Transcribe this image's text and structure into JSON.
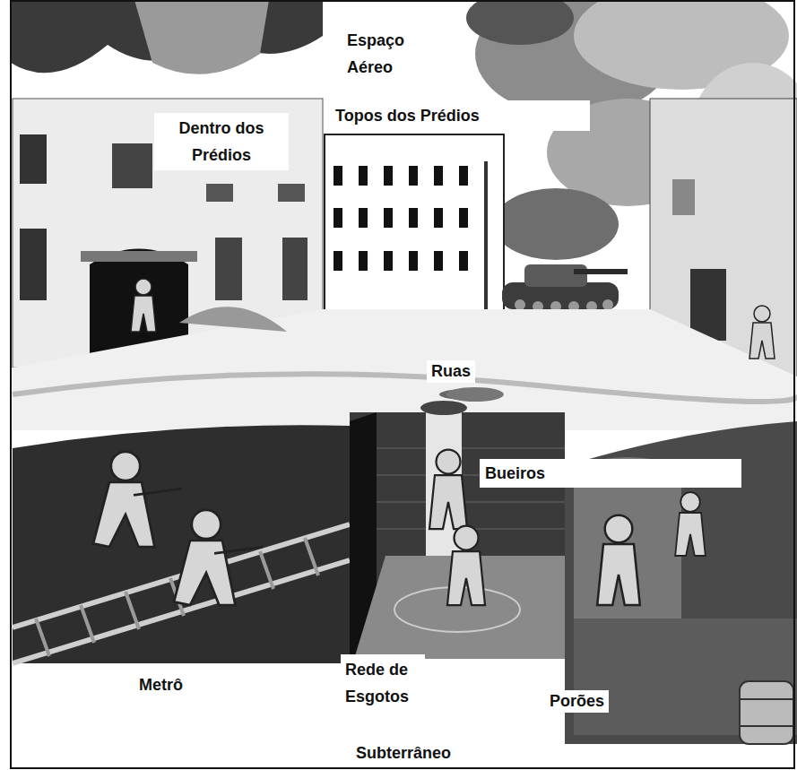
{
  "diagram": {
    "labels": [
      "Espaço Aéreo",
      "Dentro dos Prédios",
      "Topos dos Prédios",
      "Ruas",
      "Bueiros",
      "Metrô",
      "Rede de Esgotos",
      "Porões",
      "Subterrâneo"
    ]
  }
}
